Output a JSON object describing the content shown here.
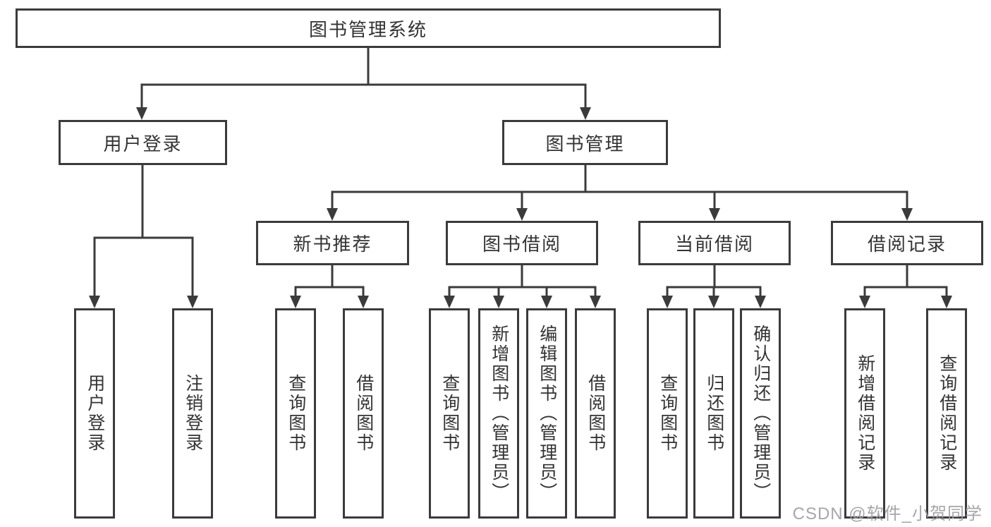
{
  "colors": {
    "line": "#3b3b3b",
    "text": "#333333",
    "watermark": "#9e9e9e"
  },
  "watermark": {
    "text": "CSDN @软件_小贺同学"
  },
  "tree": {
    "root": {
      "label": "图书管理系统"
    },
    "branches": [
      {
        "label": "用户登录",
        "children": [
          {
            "label": "用户登录"
          },
          {
            "label": "注销登录"
          }
        ]
      },
      {
        "label": "图书管理",
        "children": [
          {
            "label": "新书推荐",
            "children": [
              {
                "label": "查询图书"
              },
              {
                "label": "借阅图书"
              }
            ]
          },
          {
            "label": "图书借阅",
            "children": [
              {
                "label": "查询图书"
              },
              {
                "label": "新增图书（管理员）"
              },
              {
                "label": "编辑图书（管理员）"
              },
              {
                "label": "借阅图书"
              }
            ]
          },
          {
            "label": "当前借阅",
            "children": [
              {
                "label": "查询图书"
              },
              {
                "label": "归还图书"
              },
              {
                "label": "确认归还（管理员）"
              }
            ]
          },
          {
            "label": "借阅记录",
            "children": [
              {
                "label": "新增借阅记录"
              },
              {
                "label": "查询借阅记录"
              }
            ]
          }
        ]
      }
    ]
  }
}
